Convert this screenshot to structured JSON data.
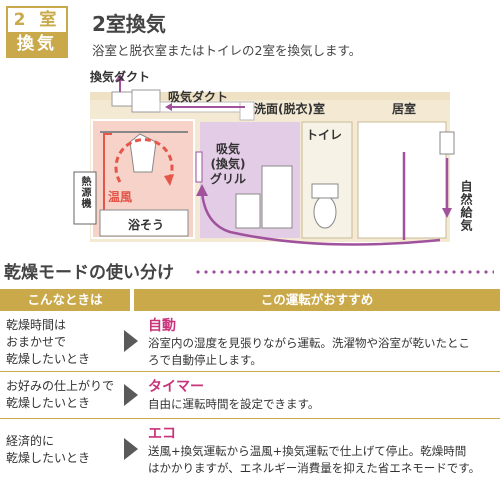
{
  "badge": {
    "top": "2 室",
    "bottom": "換気"
  },
  "header": {
    "title": "2室換気",
    "subtitle": "浴室と脱衣室またはトイレの2室を換気します。"
  },
  "diagram": {
    "exhaust_duct": "換気ダクト",
    "intake_duct": "吸気ダクト",
    "washroom": "洗面(脱衣)室",
    "living_room": "居室",
    "toilet": "トイレ",
    "grille": [
      "吸気",
      "(換気)",
      "グリル"
    ],
    "heat_source": "熱源機",
    "warm_air": "温風",
    "bathtub": "浴そう",
    "natural_intake": "自然給気",
    "colors": {
      "bath": "#f6d2c8",
      "wash": "#e3cde6",
      "arrow": "#a0529c",
      "red": "#e4554a",
      "gold": "#c9a94a"
    }
  },
  "section": {
    "title": "乾燥モードの使い分け"
  },
  "table": {
    "headers": [
      "こんなときは",
      "この運転がおすすめ"
    ],
    "rows": [
      {
        "condition": [
          "乾燥時間は",
          "おまかせで",
          "乾燥したいとき"
        ],
        "mode": "自動",
        "description": [
          "浴室内の湿度を見張りながら運転。洗濯物や浴室が乾いたとこ",
          "ろで自動停止します。"
        ]
      },
      {
        "condition": [
          "お好みの仕上がりで",
          "乾燥したいとき"
        ],
        "mode": "タイマー",
        "description": [
          "自由に運転時間を設定できます。"
        ]
      },
      {
        "condition": [
          "経済的に",
          "乾燥したいとき"
        ],
        "mode": "エコ",
        "description": [
          "送風+換気運転から温風+換気運転で仕上げて停止。乾燥時間",
          "はかかりますが、エネルギー消費量を抑えた省エネモードです。"
        ]
      }
    ]
  }
}
